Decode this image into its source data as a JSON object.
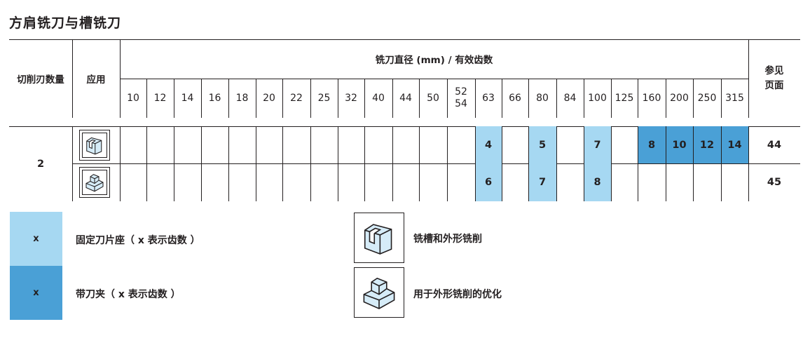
{
  "page": {
    "title": "方肩铣刀与槽铣刀"
  },
  "table": {
    "col_headers": {
      "cutting_edges": "切削刃数量",
      "application": "应用",
      "diameter_group": "铣刀直径 (mm) / 有效齿数",
      "reference_line1": "参见",
      "reference_line2": "页面"
    },
    "sizes": [
      "10",
      "12",
      "14",
      "16",
      "18",
      "20",
      "22",
      "25",
      "32",
      "40",
      "44",
      "50",
      "52\n54",
      "63",
      "66",
      "80",
      "84",
      "100",
      "125",
      "160",
      "200",
      "250",
      "315"
    ],
    "rows": [
      {
        "edges": "2",
        "application_icon": "shoulder-slot-milling-icon",
        "values": [
          "",
          "",
          "",
          "",
          "",
          "",
          "",
          "",
          "",
          "",
          "",
          "",
          "",
          "4",
          "",
          "5",
          "",
          "7",
          "",
          "8",
          "10",
          "12",
          "14"
        ],
        "fill": [
          "",
          "",
          "",
          "",
          "",
          "",
          "",
          "",
          "",
          "",
          "",
          "",
          "",
          "light",
          "",
          "light",
          "",
          "light",
          "",
          "dark",
          "dark",
          "dark",
          "dark"
        ],
        "ref_page": "44"
      },
      {
        "application_icon": "profile-milling-icon",
        "values": [
          "",
          "",
          "",
          "",
          "",
          "",
          "",
          "",
          "",
          "",
          "",
          "",
          "",
          "6",
          "",
          "7",
          "",
          "8",
          "",
          "",
          "",
          "",
          ""
        ],
        "fill": [
          "",
          "",
          "",
          "",
          "",
          "",
          "",
          "",
          "",
          "",
          "",
          "",
          "",
          "light",
          "",
          "light",
          "",
          "light",
          "",
          "",
          "",
          "",
          ""
        ],
        "ref_page": "45"
      }
    ]
  },
  "legend": {
    "fixed_seat": {
      "symbol": "x",
      "label": "固定刀片座（ x 表示齿数 ）",
      "color": "#a6d8f2"
    },
    "cartridge": {
      "symbol": "x",
      "label": "带刀夹（ x 表示齿数 ）",
      "color": "#4aa0d6"
    },
    "slot_profile": {
      "label": "铣槽和外形铣削",
      "icon": "shoulder-slot-milling-icon"
    },
    "profile_opt": {
      "label": "用于外形铣削的优化",
      "icon": "profile-milling-icon"
    }
  }
}
